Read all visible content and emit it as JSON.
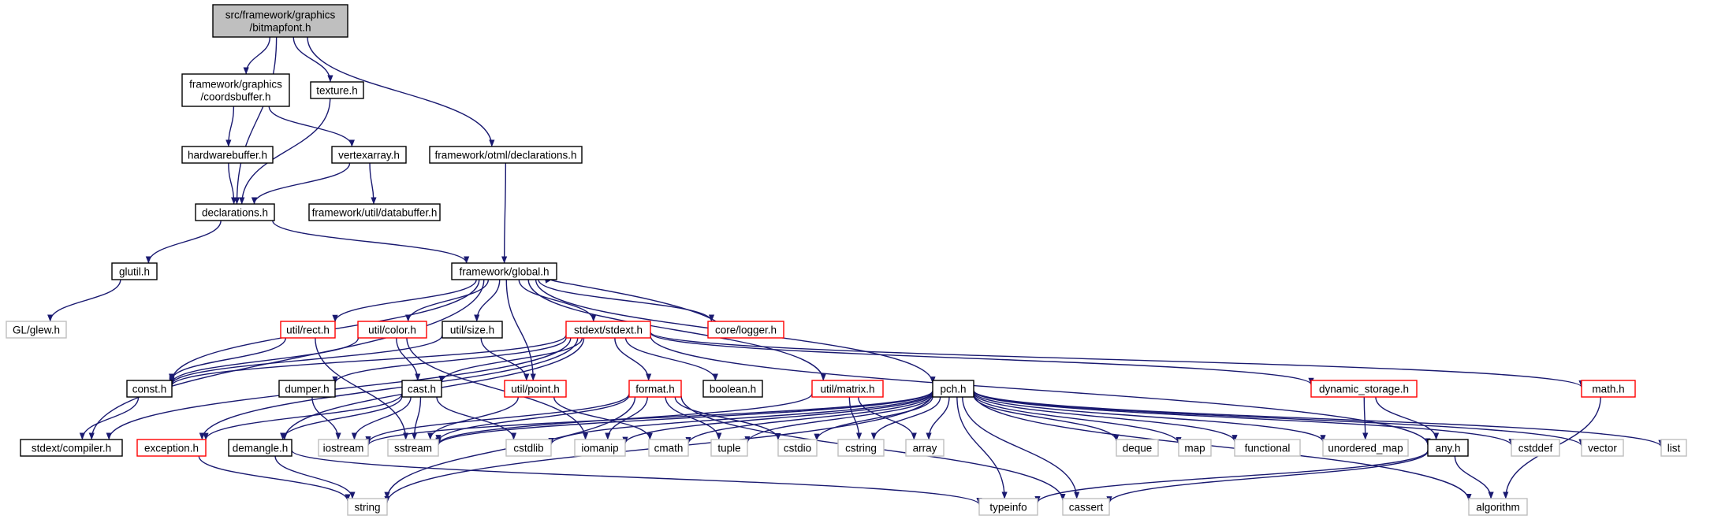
{
  "graph": {
    "colors": {
      "edge": "#191970",
      "node_border": "#000000",
      "incomplete_border": "#ff0000",
      "system_border": "#bfbfbf",
      "system_text": "#000000",
      "root_fill": "#bfbfbf",
      "node_fill": "#ffffff"
    },
    "nodes": [
      {
        "id": "root",
        "lines": [
          "src/framework/graphics",
          "/bitmapfont.h"
        ],
        "style": "root"
      },
      {
        "id": "coordsbuffer",
        "lines": [
          "framework/graphics",
          "/coordsbuffer.h"
        ],
        "style": "normal"
      },
      {
        "id": "texture",
        "lines": [
          "texture.h"
        ],
        "style": "normal"
      },
      {
        "id": "hardwarebuffer",
        "lines": [
          "hardwarebuffer.h"
        ],
        "style": "normal"
      },
      {
        "id": "vertexarray",
        "lines": [
          "vertexarray.h"
        ],
        "style": "normal"
      },
      {
        "id": "otmldecl",
        "lines": [
          "framework/otml/declarations.h"
        ],
        "style": "normal"
      },
      {
        "id": "declarations",
        "lines": [
          "declarations.h"
        ],
        "style": "normal"
      },
      {
        "id": "databuffer",
        "lines": [
          "framework/util/databuffer.h"
        ],
        "style": "normal"
      },
      {
        "id": "glutil",
        "lines": [
          "glutil.h"
        ],
        "style": "normal"
      },
      {
        "id": "global",
        "lines": [
          "framework/global.h"
        ],
        "style": "normal"
      },
      {
        "id": "glew",
        "lines": [
          "GL/glew.h"
        ],
        "style": "system"
      },
      {
        "id": "rect",
        "lines": [
          "util/rect.h"
        ],
        "style": "incomplete"
      },
      {
        "id": "color",
        "lines": [
          "util/color.h"
        ],
        "style": "incomplete"
      },
      {
        "id": "size",
        "lines": [
          "util/size.h"
        ],
        "style": "normal"
      },
      {
        "id": "stdext",
        "lines": [
          "stdext/stdext.h"
        ],
        "style": "incomplete"
      },
      {
        "id": "logger",
        "lines": [
          "core/logger.h"
        ],
        "style": "incomplete"
      },
      {
        "id": "const",
        "lines": [
          "const.h"
        ],
        "style": "normal"
      },
      {
        "id": "dumper",
        "lines": [
          "dumper.h"
        ],
        "style": "normal"
      },
      {
        "id": "cast",
        "lines": [
          "cast.h"
        ],
        "style": "normal"
      },
      {
        "id": "point",
        "lines": [
          "util/point.h"
        ],
        "style": "incomplete"
      },
      {
        "id": "format",
        "lines": [
          "format.h"
        ],
        "style": "incomplete"
      },
      {
        "id": "boolean",
        "lines": [
          "boolean.h"
        ],
        "style": "normal"
      },
      {
        "id": "matrix",
        "lines": [
          "util/matrix.h"
        ],
        "style": "incomplete"
      },
      {
        "id": "pch",
        "lines": [
          "pch.h"
        ],
        "style": "normal"
      },
      {
        "id": "dynstorage",
        "lines": [
          "dynamic_storage.h"
        ],
        "style": "incomplete"
      },
      {
        "id": "math",
        "lines": [
          "math.h"
        ],
        "style": "incomplete"
      },
      {
        "id": "compiler",
        "lines": [
          "stdext/compiler.h"
        ],
        "style": "normal"
      },
      {
        "id": "exception",
        "lines": [
          "exception.h"
        ],
        "style": "incomplete"
      },
      {
        "id": "demangle",
        "lines": [
          "demangle.h"
        ],
        "style": "normal"
      },
      {
        "id": "iostream",
        "lines": [
          "iostream"
        ],
        "style": "system"
      },
      {
        "id": "sstream",
        "lines": [
          "sstream"
        ],
        "style": "system"
      },
      {
        "id": "cstdlib",
        "lines": [
          "cstdlib"
        ],
        "style": "system"
      },
      {
        "id": "iomanip",
        "lines": [
          "iomanip"
        ],
        "style": "system"
      },
      {
        "id": "cmath",
        "lines": [
          "cmath"
        ],
        "style": "system"
      },
      {
        "id": "tuple",
        "lines": [
          "tuple"
        ],
        "style": "system"
      },
      {
        "id": "cstdio",
        "lines": [
          "cstdio"
        ],
        "style": "system"
      },
      {
        "id": "cstring",
        "lines": [
          "cstring"
        ],
        "style": "system"
      },
      {
        "id": "array",
        "lines": [
          "array"
        ],
        "style": "system"
      },
      {
        "id": "deque",
        "lines": [
          "deque"
        ],
        "style": "system"
      },
      {
        "id": "map",
        "lines": [
          "map"
        ],
        "style": "system"
      },
      {
        "id": "functional",
        "lines": [
          "functional"
        ],
        "style": "system"
      },
      {
        "id": "unordered_map",
        "lines": [
          "unordered_map"
        ],
        "style": "system"
      },
      {
        "id": "any",
        "lines": [
          "any.h"
        ],
        "style": "normal"
      },
      {
        "id": "cstddef",
        "lines": [
          "cstddef"
        ],
        "style": "system"
      },
      {
        "id": "vector",
        "lines": [
          "vector"
        ],
        "style": "system"
      },
      {
        "id": "list",
        "lines": [
          "list"
        ],
        "style": "system"
      },
      {
        "id": "string",
        "lines": [
          "string"
        ],
        "style": "system"
      },
      {
        "id": "typeinfo",
        "lines": [
          "typeinfo"
        ],
        "style": "system"
      },
      {
        "id": "cassert",
        "lines": [
          "cassert"
        ],
        "style": "system"
      },
      {
        "id": "algorithm",
        "lines": [
          "algorithm"
        ],
        "style": "system"
      }
    ],
    "edges": [
      [
        "root",
        "coordsbuffer"
      ],
      [
        "root",
        "texture"
      ],
      [
        "root",
        "declarations"
      ],
      [
        "root",
        "otmldecl"
      ],
      [
        "coordsbuffer",
        "hardwarebuffer"
      ],
      [
        "coordsbuffer",
        "vertexarray"
      ],
      [
        "texture",
        "declarations"
      ],
      [
        "hardwarebuffer",
        "declarations"
      ],
      [
        "vertexarray",
        "declarations"
      ],
      [
        "vertexarray",
        "databuffer"
      ],
      [
        "otmldecl",
        "global"
      ],
      [
        "declarations",
        "glutil"
      ],
      [
        "declarations",
        "global"
      ],
      [
        "glutil",
        "glew"
      ],
      [
        "global",
        "compiler"
      ],
      [
        "global",
        "const"
      ],
      [
        "global",
        "rect"
      ],
      [
        "global",
        "color"
      ],
      [
        "global",
        "point"
      ],
      [
        "global",
        "size"
      ],
      [
        "global",
        "stdext"
      ],
      [
        "global",
        "logger"
      ],
      [
        "global",
        "matrix"
      ],
      [
        "global",
        "pch"
      ],
      [
        "logger",
        "global"
      ],
      [
        "rect",
        "const"
      ],
      [
        "rect",
        "sstream"
      ],
      [
        "color",
        "const"
      ],
      [
        "color",
        "cast"
      ],
      [
        "color",
        "iomanip"
      ],
      [
        "size",
        "const"
      ],
      [
        "size",
        "point"
      ],
      [
        "const",
        "compiler"
      ],
      [
        "stdext",
        "compiler"
      ],
      [
        "stdext",
        "const"
      ],
      [
        "stdext",
        "dumper"
      ],
      [
        "stdext",
        "cast"
      ],
      [
        "stdext",
        "exception"
      ],
      [
        "stdext",
        "demangle"
      ],
      [
        "stdext",
        "format"
      ],
      [
        "stdext",
        "boolean"
      ],
      [
        "stdext",
        "dynstorage"
      ],
      [
        "stdext",
        "math"
      ],
      [
        "stdext",
        "any"
      ],
      [
        "dumper",
        "iostream"
      ],
      [
        "cast",
        "exception"
      ],
      [
        "cast",
        "demangle"
      ],
      [
        "cast",
        "iostream"
      ],
      [
        "cast",
        "sstream"
      ],
      [
        "cast",
        "cstdlib"
      ],
      [
        "point",
        "sstream"
      ],
      [
        "point",
        "cmath"
      ],
      [
        "format",
        "iostream"
      ],
      [
        "format",
        "sstream"
      ],
      [
        "format",
        "string"
      ],
      [
        "format",
        "iomanip"
      ],
      [
        "format",
        "tuple"
      ],
      [
        "format",
        "cstdio"
      ],
      [
        "format",
        "cassert"
      ],
      [
        "matrix",
        "sstream"
      ],
      [
        "matrix",
        "cstring"
      ],
      [
        "matrix",
        "array"
      ],
      [
        "pch",
        "iostream"
      ],
      [
        "pch",
        "sstream"
      ],
      [
        "pch",
        "cstdlib"
      ],
      [
        "pch",
        "iomanip"
      ],
      [
        "pch",
        "cmath"
      ],
      [
        "pch",
        "tuple"
      ],
      [
        "pch",
        "cstdio"
      ],
      [
        "pch",
        "cstring"
      ],
      [
        "pch",
        "array"
      ],
      [
        "pch",
        "deque"
      ],
      [
        "pch",
        "map"
      ],
      [
        "pch",
        "functional"
      ],
      [
        "pch",
        "unordered_map"
      ],
      [
        "pch",
        "cstddef"
      ],
      [
        "pch",
        "vector"
      ],
      [
        "pch",
        "list"
      ],
      [
        "pch",
        "string"
      ],
      [
        "pch",
        "typeinfo"
      ],
      [
        "pch",
        "cassert"
      ],
      [
        "pch",
        "algorithm"
      ],
      [
        "dynstorage",
        "unordered_map"
      ],
      [
        "dynstorage",
        "any"
      ],
      [
        "any",
        "algorithm"
      ],
      [
        "any",
        "typeinfo"
      ],
      [
        "any",
        "cassert"
      ],
      [
        "math",
        "algorithm"
      ],
      [
        "exception",
        "string"
      ],
      [
        "demangle",
        "string"
      ],
      [
        "demangle",
        "typeinfo"
      ]
    ]
  }
}
